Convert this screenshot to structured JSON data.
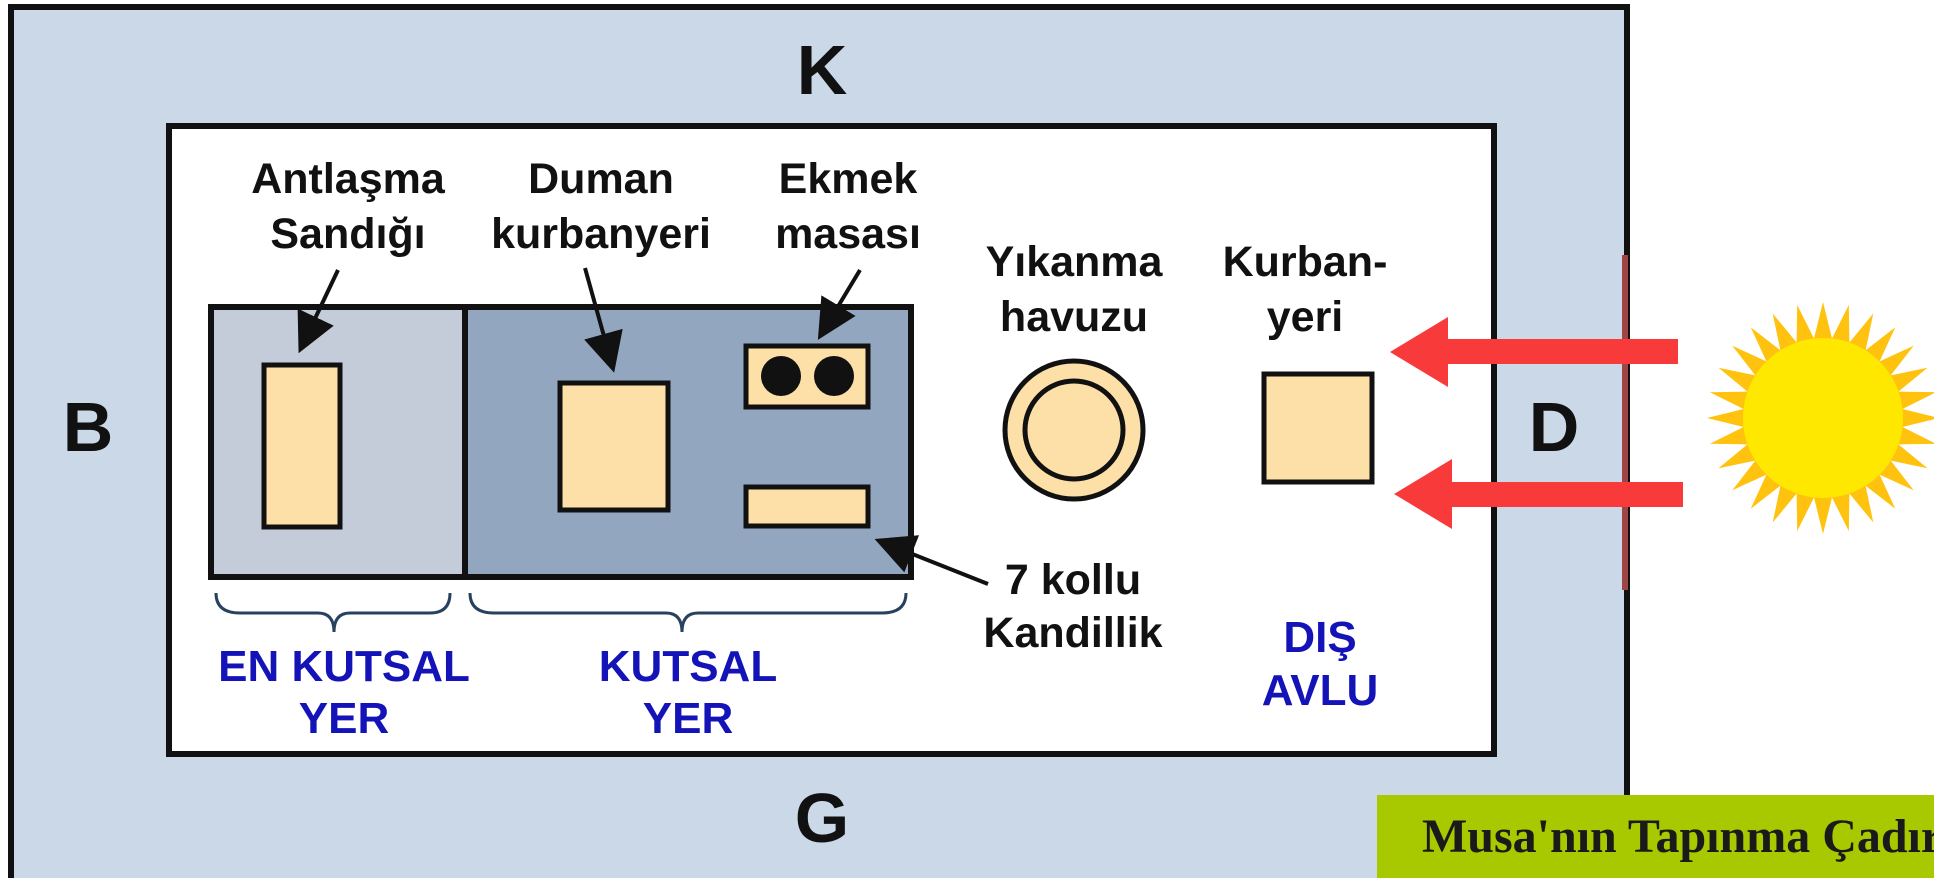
{
  "compass": {
    "north": "K",
    "south": "G",
    "west": "B",
    "east": "D"
  },
  "labels": {
    "ark_line1": "Antlaşma",
    "ark_line2": "Sandığı",
    "incense_line1": "Duman",
    "incense_line2": "kurbanyeri",
    "bread_line1": "Ekmek",
    "bread_line2": "masası",
    "laver_line1": "Yıkanma",
    "laver_line2": "havuzu",
    "altar_line1": "Kurban-",
    "altar_line2": "yeri",
    "lamp_line1": "7 kollu",
    "lamp_line2": "Kandillik"
  },
  "zones": {
    "most_holy_line1": "EN KUTSAL",
    "most_holy_line2": "YER",
    "holy_line1": "KUTSAL",
    "holy_line2": "YER",
    "court_line1": "DIŞ",
    "court_line2": "AVLU"
  },
  "title": "Musa'nın Tapınma Çadırı (Gölge ve ...)",
  "colors": {
    "outer_area": "#cbd8e8",
    "most_holy": "#c4ccda",
    "holy": "#93a6bf",
    "furniture": "#fde0a8",
    "arrow": "#f93a3a",
    "sun": "#ffe800",
    "sun_rays": "#ffc20e",
    "title_bg": "#a8c800",
    "zone_text": "#1313b8"
  }
}
